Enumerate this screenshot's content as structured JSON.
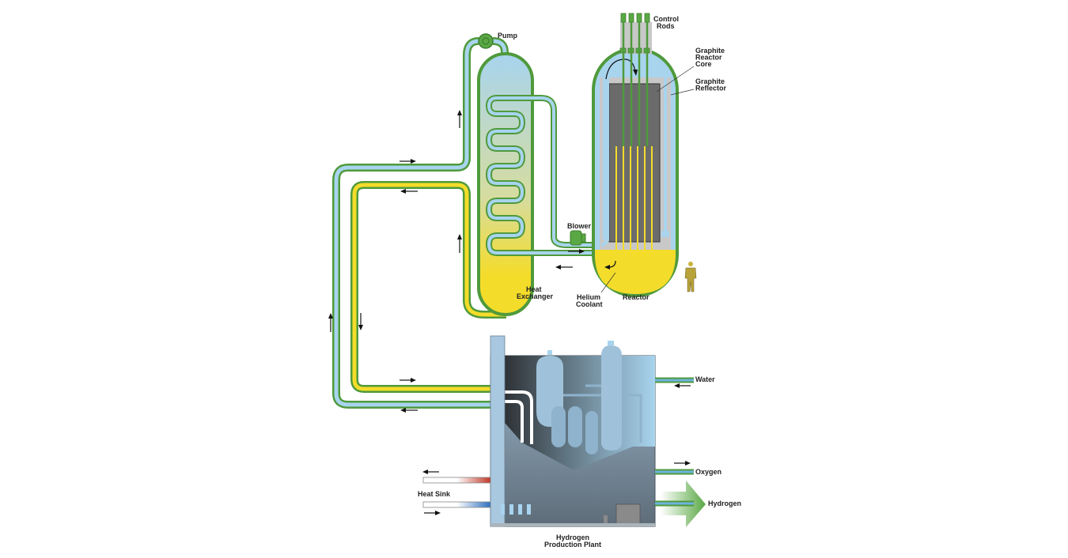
{
  "labels": {
    "control_rods": [
      "Control",
      "Rods"
    ],
    "graphite_core": [
      "Graphite",
      "Reactor",
      "Core"
    ],
    "graphite_reflector": [
      "Graphite",
      "Reflector"
    ],
    "pump": "Pump",
    "blower": "Blower",
    "heat_exchanger": [
      "Heat",
      "Exchanger"
    ],
    "helium_coolant": [
      "Helium",
      "Coolant"
    ],
    "reactor": "Reactor",
    "water": "Water",
    "oxygen": "Oxygen",
    "hydrogen": "Hydrogen",
    "heat_sink": "Heat Sink",
    "plant": [
      "Hydrogen",
      "Production Plant"
    ]
  },
  "colors": {
    "pipe_green": "#4f9a3c",
    "cold_blue": "#a8d4ee",
    "hot_yellow": "#f4dc2a",
    "core_gray": "#6b6b6b",
    "plant_steel": "#7d8d99"
  }
}
